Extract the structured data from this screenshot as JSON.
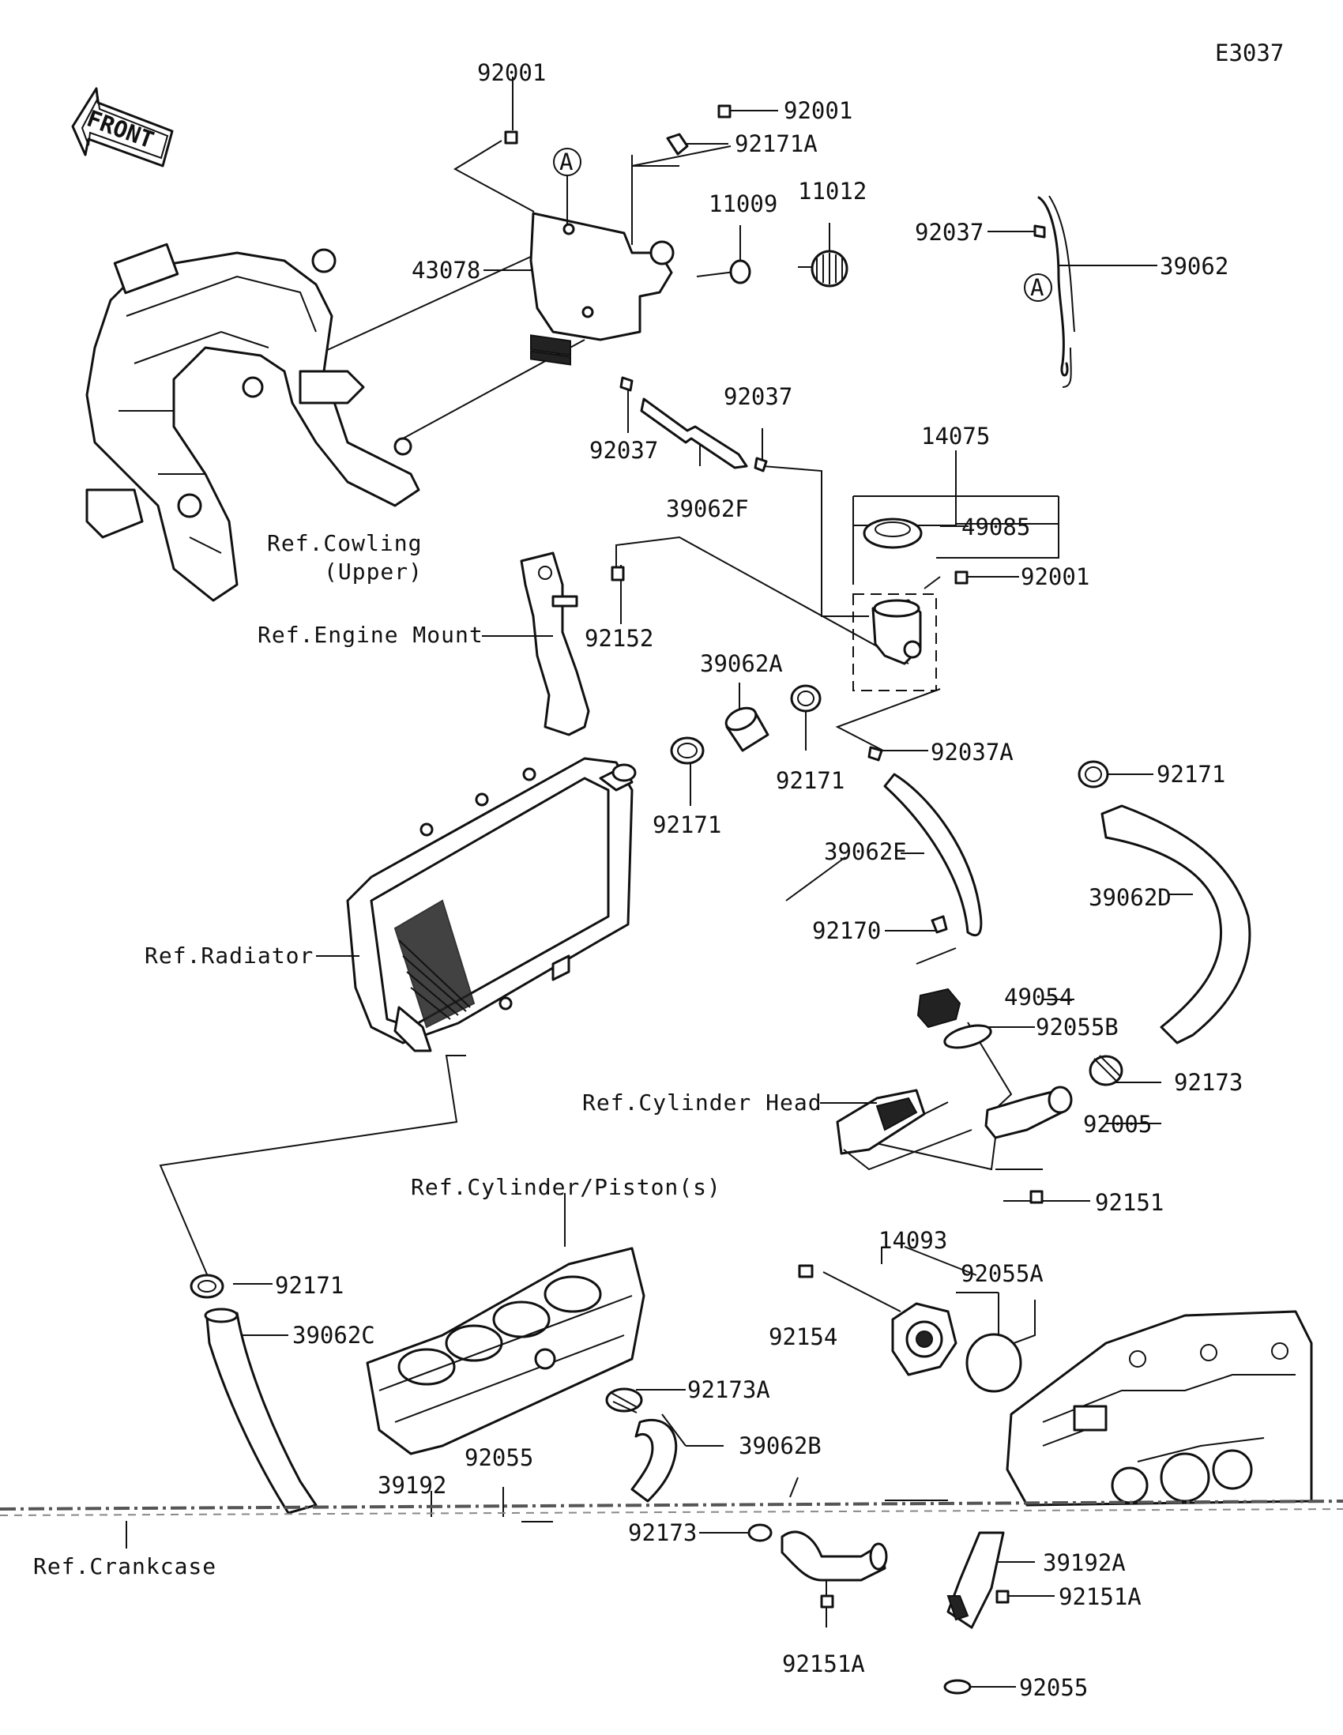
{
  "diagram": {
    "code": "E3037",
    "front_label": "FRONT",
    "marker_a": "A",
    "parts": {
      "p92001_top": "92001",
      "p92001_right": "92001",
      "p92171A": "92171A",
      "p11009": "11009",
      "p11012": "11012",
      "p92037_right": "92037",
      "p39062": "39062",
      "p43078": "43078",
      "p92037_mid": "92037",
      "p92037_hose": "92037",
      "p39062F": "39062F",
      "p14075": "14075",
      "p49085": "49085",
      "p92001_cap": "92001",
      "p92152": "92152",
      "p39062A": "39062A",
      "p92171_a": "92171",
      "p92171_b": "92171",
      "p92037A": "92037A",
      "p92171_c": "92171",
      "p39062E": "39062E",
      "p39062D": "39062D",
      "p92170": "92170",
      "p49054": "49054",
      "p92055B": "92055B",
      "p92173": "92173",
      "p92005": "92005",
      "p92151": "92151",
      "p14093": "14093",
      "p92055A": "92055A",
      "p92154": "92154",
      "p92171_d": "92171",
      "p39062C": "39062C",
      "p92173A": "92173A",
      "p39062B": "39062B",
      "p39192": "39192",
      "p92055_top": "92055",
      "p92173_bottom": "92173",
      "p39192A": "39192A",
      "p92151A_right": "92151A",
      "p92151A_bottom": "92151A",
      "p92055_bottom": "92055"
    },
    "refs": {
      "cowling_1": "Ref.Cowling",
      "cowling_2": "(Upper)",
      "engine_mount": "Ref.Engine Mount",
      "radiator": "Ref.Radiator",
      "cylinder_head": "Ref.Cylinder Head",
      "cylinder_piston": "Ref.Cylinder/Piston(s)",
      "crankcase": "Ref.Crankcase"
    }
  }
}
